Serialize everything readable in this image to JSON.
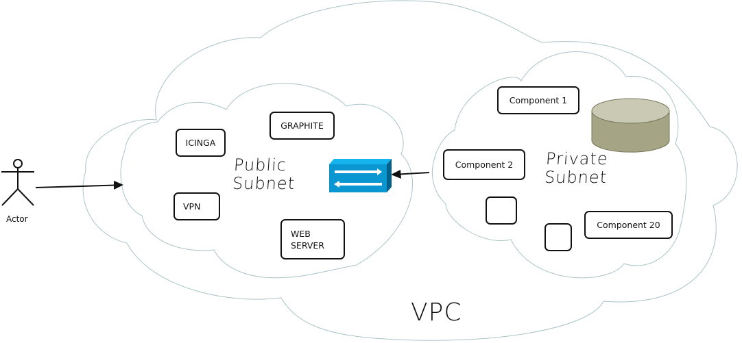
{
  "diagram": {
    "vpc": {
      "label": "VPC"
    },
    "actor": {
      "label": "Actor"
    },
    "public_subnet": {
      "label_line1": "Public",
      "label_line2": "Subnet",
      "components": [
        {
          "label": "ICINGA"
        },
        {
          "label": "GRAPHITE"
        },
        {
          "label": "VPN"
        },
        {
          "label_line1": "WEB",
          "label_line2": "SERVER"
        }
      ]
    },
    "private_subnet": {
      "label_line1": "Private",
      "label_line2": "Subnet",
      "components": [
        {
          "label": "Component 1"
        },
        {
          "label": "Component 2"
        },
        {
          "label": ""
        },
        {
          "label": ""
        },
        {
          "label": "Component 20"
        }
      ],
      "database": {
        "icon": "database-cylinder-icon"
      }
    },
    "router": {
      "icon": "router-switch-icon"
    },
    "edges": [
      {
        "from": "Actor",
        "to": "Public Subnet"
      },
      {
        "from": "Private Subnet",
        "to": "Router"
      }
    ],
    "colors": {
      "cloud_stroke": "#a9c3c6",
      "router_face": "#0a96d1",
      "router_top": "#16b4ee",
      "router_side": "#00608a",
      "db_top": "#c9c9b4",
      "db_body": "#a5a586"
    }
  }
}
